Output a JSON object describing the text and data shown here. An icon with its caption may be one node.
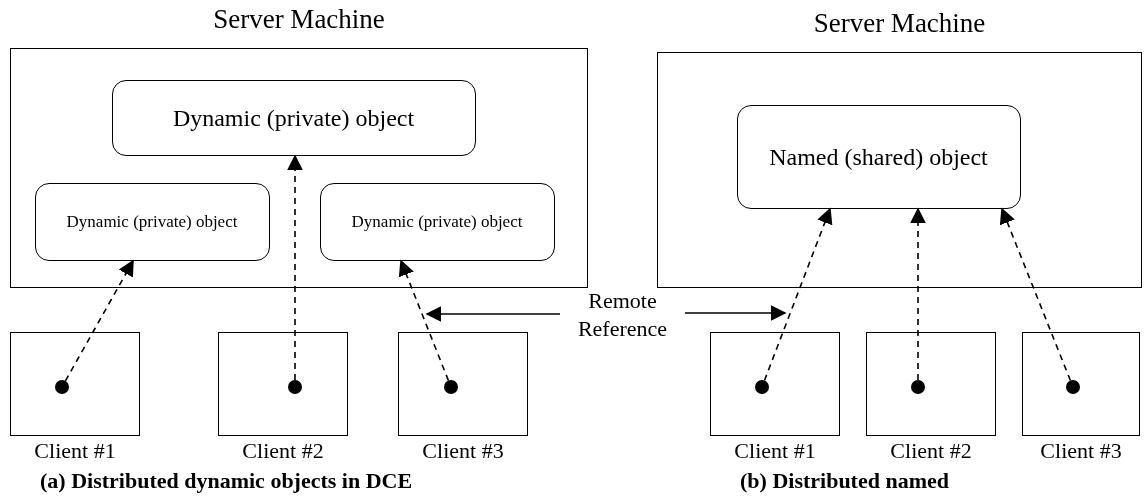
{
  "diagram": {
    "nodes": [
      {
        "text": [
          "Server Machine"
        ]
      },
      {
        "text": [
          "Dynamic (private) object"
        ],
        "in": 0
      },
      {
        "text": [
          "Dynamic (private) object"
        ],
        "in": 0
      },
      {
        "text": [
          "Dynamic (private) object"
        ],
        "in": 0
      },
      {
        "text": [
          "Client #1"
        ]
      },
      {
        "text": [],
        "shape": "circle",
        "in": 4
      },
      {
        "text": [
          "Client #2"
        ]
      },
      {
        "text": [],
        "shape": "circle",
        "in": 6
      },
      {
        "text": [
          "Client #3"
        ]
      },
      {
        "text": [],
        "shape": "circle",
        "in": 8
      },
      {
        "text": [
          "Remote Reference"
        ]
      },
      {
        "text": [
          "Server Machine"
        ]
      },
      {
        "text": [
          "Named (shared) object"
        ],
        "in": 11
      },
      {
        "text": [
          "Client #1"
        ]
      },
      {
        "text": [],
        "shape": "circle",
        "in": 13
      },
      {
        "text": [
          "Client #2"
        ]
      },
      {
        "text": [],
        "shape": "circle",
        "in": 15
      },
      {
        "text": [
          "Client #3"
        ]
      },
      {
        "text": [],
        "shape": "circle",
        "in": 17
      }
    ],
    "edges": [
      {
        "from": 5,
        "to": 2,
        "arrow": "to",
        "style": "dashed"
      },
      {
        "from": 7,
        "to": 1,
        "arrow": "to",
        "style": "dashed"
      },
      {
        "from": 9,
        "to": 3,
        "arrow": "to",
        "style": "dashed"
      },
      {
        "from": 10,
        "to": 8,
        "arrow": "to"
      },
      {
        "from": 10,
        "to": 13,
        "arrow": "to"
      },
      {
        "from": 14,
        "to": 12,
        "arrow": "to",
        "style": "dashed"
      },
      {
        "from": 16,
        "to": 12,
        "arrow": "to",
        "style": "dashed"
      },
      {
        "from": 18,
        "to": 12,
        "arrow": "to",
        "style": "dashed"
      }
    ],
    "labels": [
      "(a) Distributed dynamic objects in DCE",
      "(b) Distributed named"
    ]
  }
}
